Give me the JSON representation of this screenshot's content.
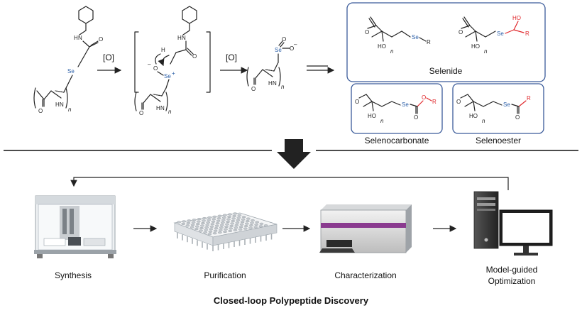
{
  "scheme": {
    "oxidant_labels": [
      "[O]",
      "[O]"
    ],
    "atoms": {
      "selenium": "Se",
      "selenium_cation": "Se",
      "plus": "+",
      "oxygen": "O",
      "oxygen_minus": "–",
      "hydrogen": "H",
      "nitrogen_h": "H",
      "nitrogen": "N",
      "n_sub": "n",
      "hydroxyl": "HO",
      "r_group": "R"
    }
  },
  "products": {
    "selenide_label": "Selenide",
    "selenocarbonate_label": "Selenocarbonate",
    "selenoester_label": "Selenoester"
  },
  "workflow": {
    "steps": [
      {
        "label": "Synthesis"
      },
      {
        "label": "Purification"
      },
      {
        "label": "Characterization"
      },
      {
        "label": "Model-guided",
        "label2": "Optimization"
      }
    ],
    "title": "Closed-loop Polypeptide Discovery"
  },
  "colors": {
    "selenium": "#2b5fa8",
    "red_group": "#e0262a",
    "box_border": "#3b5b9a",
    "band": "#8a3b8f"
  }
}
